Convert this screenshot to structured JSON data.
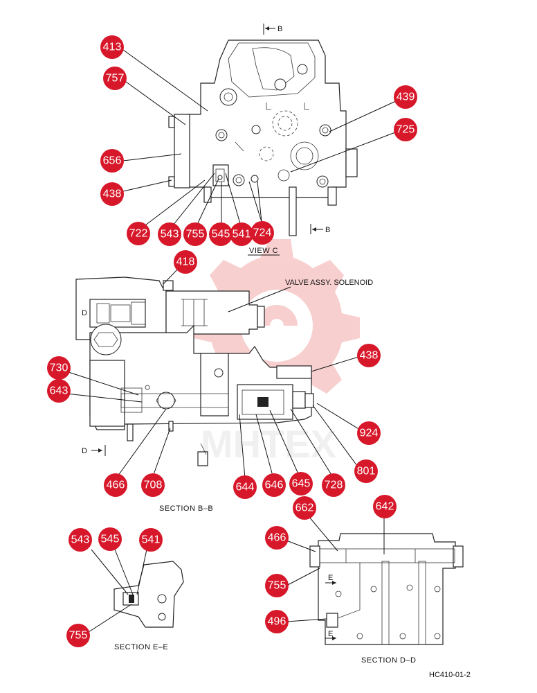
{
  "colors": {
    "badge": "#d7182a",
    "watermark": "#f3a9a9"
  },
  "watermark": {
    "text": "MHTEX",
    "icon": "gear-logo-icon"
  },
  "view_c": {
    "title": "VIEW  C",
    "cut_label_top": "B",
    "cut_label_bottom": "B",
    "badges": [
      "413",
      "757",
      "656",
      "438",
      "722",
      "543",
      "755",
      "545",
      "541",
      "724",
      "439",
      "725"
    ]
  },
  "section_bb": {
    "title": "SECTION  B–B",
    "valve_label": "VALVE ASSY. SOLENOID",
    "d_label_left": "D",
    "cut_label_d": "D",
    "badges": [
      "418",
      "730",
      "643",
      "466",
      "708",
      "644",
      "646",
      "645",
      "728",
      "801",
      "924",
      "438"
    ]
  },
  "section_ee": {
    "title": "SECTION  E–E",
    "badges": [
      "543",
      "545",
      "541",
      "755"
    ]
  },
  "section_dd": {
    "title": "SECTION  D–D",
    "e_label_top": "E",
    "e_label_bottom": "E",
    "badges": [
      "466",
      "662",
      "642",
      "755",
      "496"
    ]
  },
  "drawing_code": "HC410-01-2"
}
